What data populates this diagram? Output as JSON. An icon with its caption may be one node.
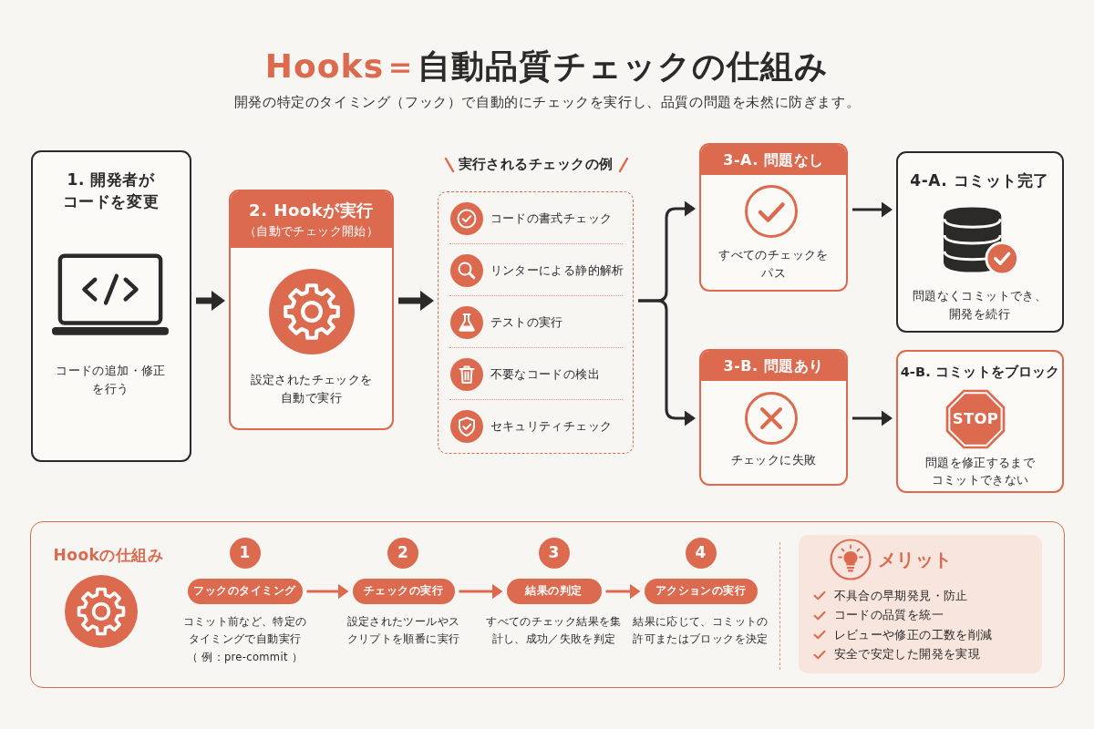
{
  "diagram": {
    "title": "**Hooks＝**自動品質チェックの仕組み",
    "nodes": [
      {
        "text": [
          "1. 開発者がコードを変更",
          "コードの追加・修正を行う"
        ]
      },
      {
        "text": [
          "2. Hookが実行",
          "（自動でチェック開始）",
          "設定されたチェックを自動で実行"
        ]
      },
      {
        "text": [
          "実行されるチェックの例"
        ]
      },
      {
        "text": [
          "コードの書式チェック"
        ],
        "in": 2
      },
      {
        "text": [
          "リンターによる静的解析"
        ],
        "in": 2
      },
      {
        "text": [
          "テストの実行"
        ],
        "in": 2
      },
      {
        "text": [
          "不要なコードの検出"
        ],
        "in": 2
      },
      {
        "text": [
          "セキュリティチェック"
        ],
        "in": 2
      },
      {
        "text": [
          "3-A. 問題なし",
          "すべてのチェックをパス"
        ]
      },
      {
        "text": [
          "4-A. コミット完了",
          "問題なくコミットでき、開発を続行"
        ]
      },
      {
        "text": [
          "3-B. 問題あり",
          "チェックに失敗"
        ]
      },
      {
        "text": [
          "4-B. コミットをブロック",
          "問題を修正するまでコミットできない"
        ]
      },
      {
        "text": [
          "STOP"
        ],
        "in": 11
      },
      {
        "text": [
          "Hookの仕組み"
        ]
      },
      {
        "text": [
          "1"
        ],
        "in": 13
      },
      {
        "text": [
          "フックのタイミング"
        ],
        "in": 13,
        "beside": [
          "コミット前など、特定のタイミングで自動実行（ 例：pre-commit ）"
        ]
      },
      {
        "text": [
          "2"
        ],
        "in": 13
      },
      {
        "text": [
          "チェックの実行"
        ],
        "in": 13,
        "beside": [
          "設定されたツールやスクリプトを順番に実行"
        ]
      },
      {
        "text": [
          "3"
        ],
        "in": 13
      },
      {
        "text": [
          "結果の判定"
        ],
        "in": 13,
        "beside": [
          "すべてのチェック結果を集計し、成功／失敗を判定"
        ]
      },
      {
        "text": [
          "4"
        ],
        "in": 13
      },
      {
        "text": [
          "アクションの実行"
        ],
        "in": 13,
        "beside": [
          "結果に応じて、コミットの許可またはブロックを決定"
        ]
      },
      {
        "text": [
          "メリット",
          "不具合の早期発見・防止",
          "コードの品質を統一",
          "レビューや修正の工数を削減",
          "安全で安定した開発を実現"
        ],
        "in": 13
      }
    ],
    "edges": [
      {
        "from": 0,
        "to": 1,
        "arrow": "to",
        "style": "thick"
      },
      {
        "from": 1,
        "to": 2,
        "arrow": "to",
        "style": "thick"
      },
      {
        "from": 2,
        "to": 8,
        "arrow": "to"
      },
      {
        "from": 2,
        "to": 10,
        "arrow": "to"
      },
      {
        "from": 8,
        "to": 9,
        "arrow": "to"
      },
      {
        "from": 10,
        "to": 11,
        "arrow": "to"
      },
      {
        "from": 15,
        "to": 17,
        "arrow": "to",
        "color": "#dc6a4f"
      },
      {
        "from": 17,
        "to": 19,
        "arrow": "to",
        "color": "#dc6a4f"
      },
      {
        "from": 19,
        "to": 21,
        "arrow": "to",
        "color": "#dc6a4f"
      }
    ],
    "labels": [
      "開発の特定のタイミング（フック）で自動的にチェックを実行し、品質の問題を未然に防ぎます。"
    ]
  }
}
